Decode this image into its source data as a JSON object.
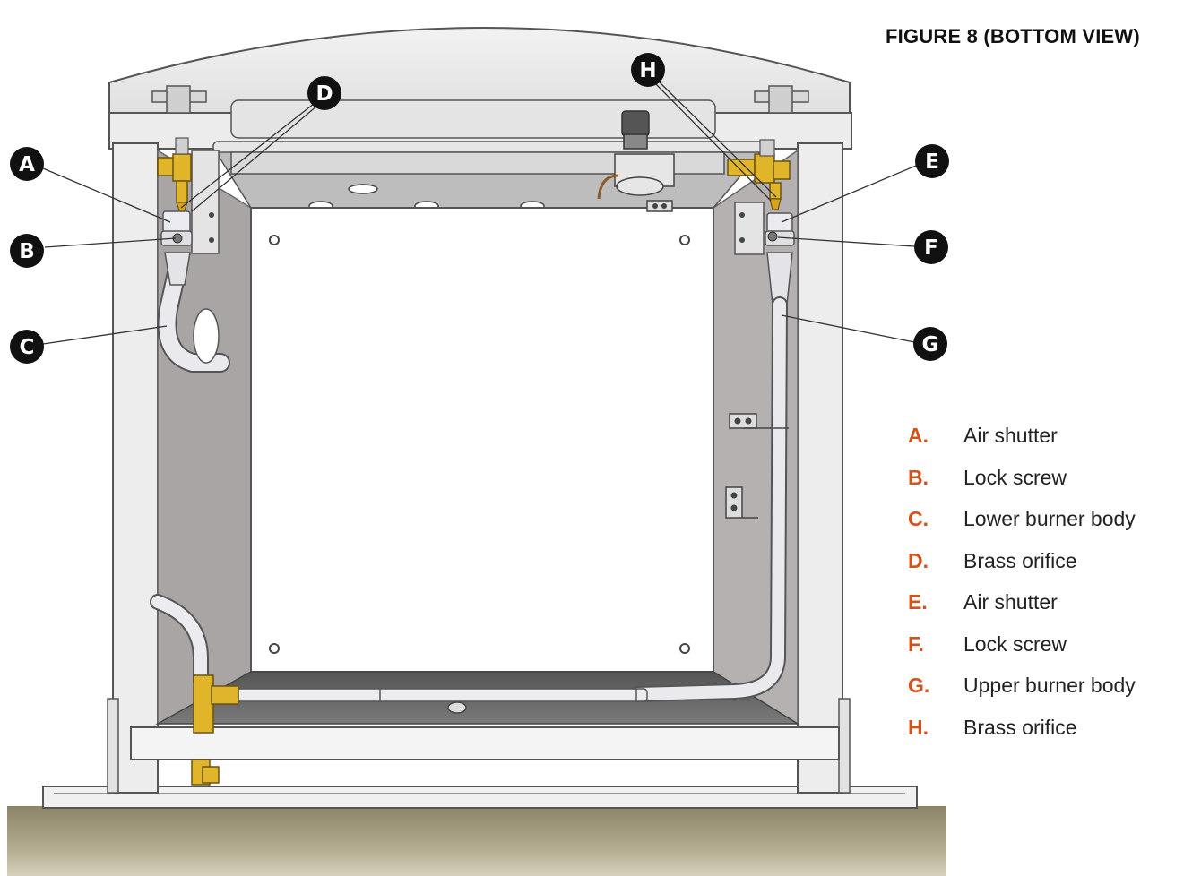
{
  "figure": {
    "title": "FIGURE 8 (BOTTOM VIEW)"
  },
  "callouts": [
    "A",
    "B",
    "C",
    "D",
    "E",
    "F",
    "G",
    "H"
  ],
  "legend": [
    {
      "letter": "A.",
      "text": "Air shutter"
    },
    {
      "letter": "B.",
      "text": "Lock screw"
    },
    {
      "letter": "C.",
      "text": "Lower burner body"
    },
    {
      "letter": "D.",
      "text": "Brass orifice"
    },
    {
      "letter": "E.",
      "text": "Air shutter"
    },
    {
      "letter": "F.",
      "text": "Lock screw"
    },
    {
      "letter": "G.",
      "text": "Upper burner body"
    },
    {
      "letter": "H.",
      "text": "Brass orifice"
    }
  ],
  "colors": {
    "legend_letter": "#d2541c",
    "callout_fill": "#111111",
    "brass": "#e0b52a",
    "ground": "#a39a7c"
  }
}
